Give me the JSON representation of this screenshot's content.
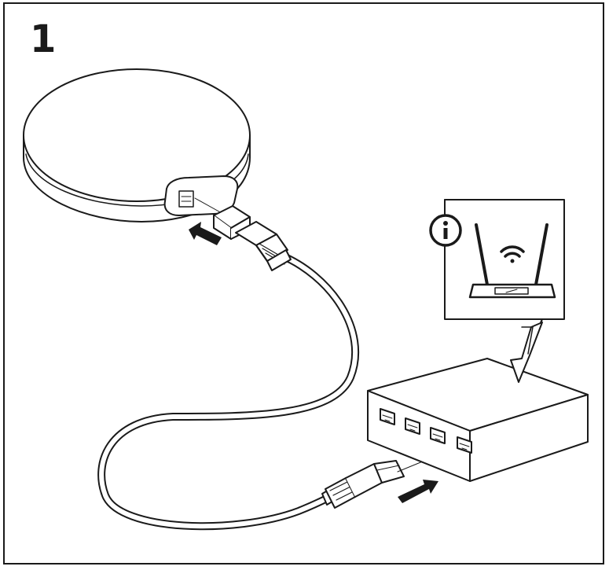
{
  "step": {
    "number": "1"
  },
  "colors": {
    "line": "#1a1a1a",
    "fill": "#ffffff",
    "accent": "#1a1a1a"
  },
  "icons": [
    "hub-device",
    "ethernet-cable",
    "rj45-plug",
    "network-switch",
    "router",
    "wifi-icon",
    "info-icon",
    "insert-arrow"
  ]
}
